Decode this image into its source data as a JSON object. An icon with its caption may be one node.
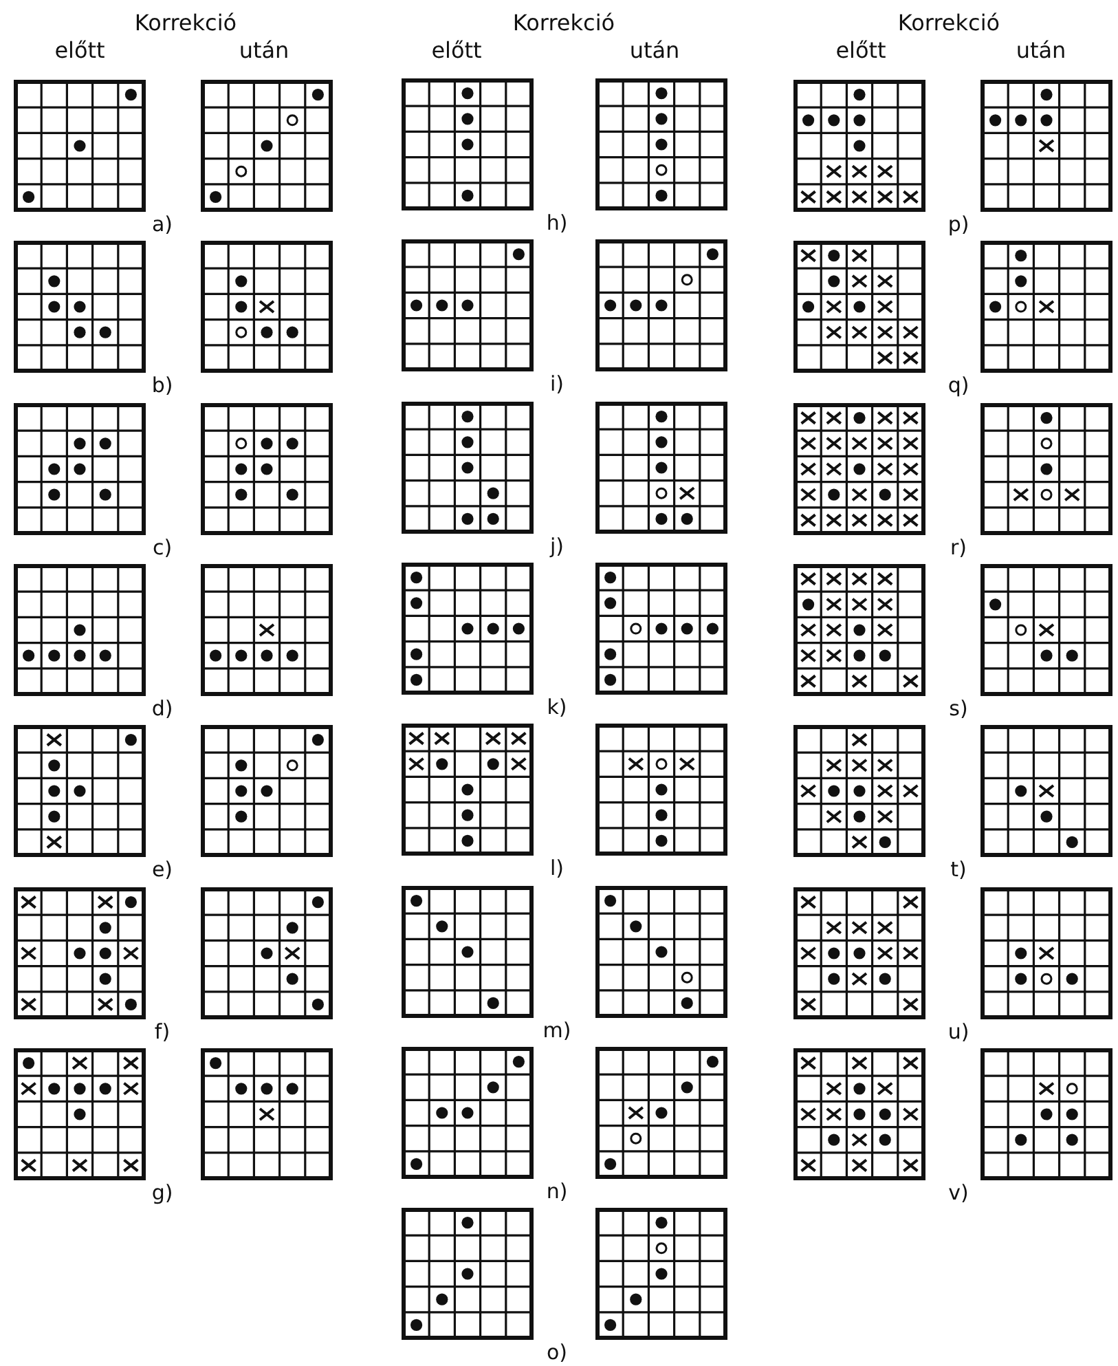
{
  "diagram": {
    "labels": [
      "Korrekció",
      "előtt",
      "után",
      "a)",
      "b)",
      "c)",
      "d)",
      "e)",
      "f)",
      "g)",
      "Korrekció",
      "előtt",
      "után",
      "h)",
      "i)",
      "j)",
      "k)",
      "l)",
      "m)",
      "n)",
      "o)",
      "Korrekció",
      "előtt",
      "után",
      "p)",
      "q)",
      "r)",
      "s)",
      "t)",
      "u)",
      "v)"
    ]
  }
}
